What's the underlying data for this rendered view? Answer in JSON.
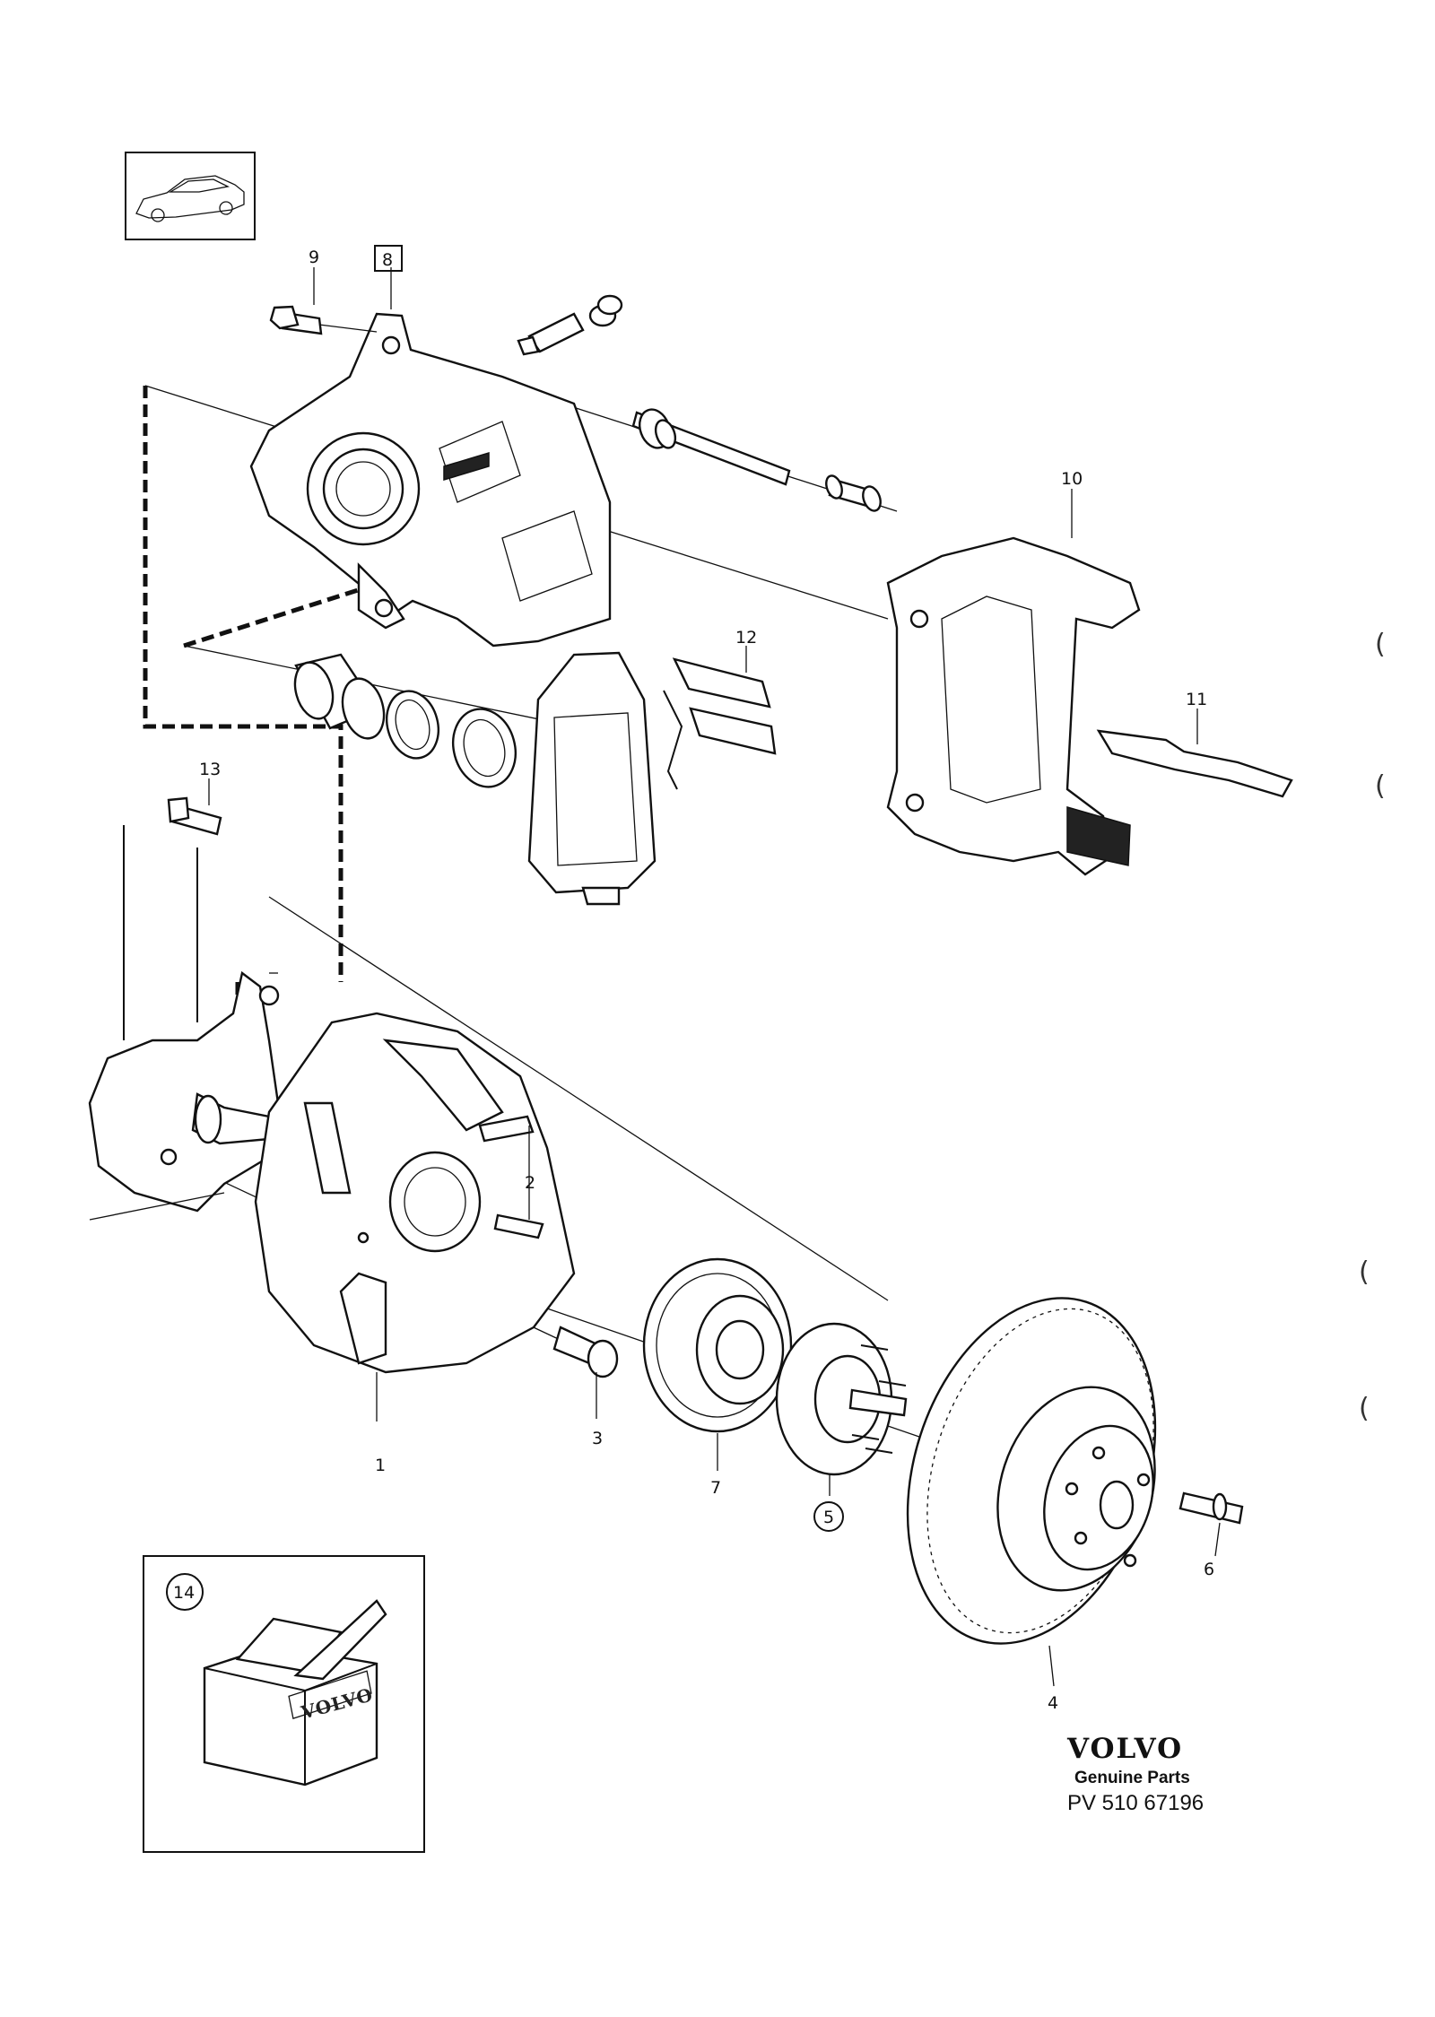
{
  "callouts": {
    "c1": "1",
    "c2": "2",
    "c3": "3",
    "c4": "4",
    "c5": "5",
    "c6": "6",
    "c7": "7",
    "c8": "8",
    "c9": "9",
    "c10": "10",
    "c11": "11",
    "c12": "12",
    "c13": "13",
    "c14": "14"
  },
  "kit_box_brand": "VOLVO",
  "footer": {
    "brand": "VOLVO",
    "subtitle": "Genuine Parts",
    "code": "PV 510 67196"
  },
  "margin_marks": [
    "(",
    "(",
    "(",
    "("
  ]
}
